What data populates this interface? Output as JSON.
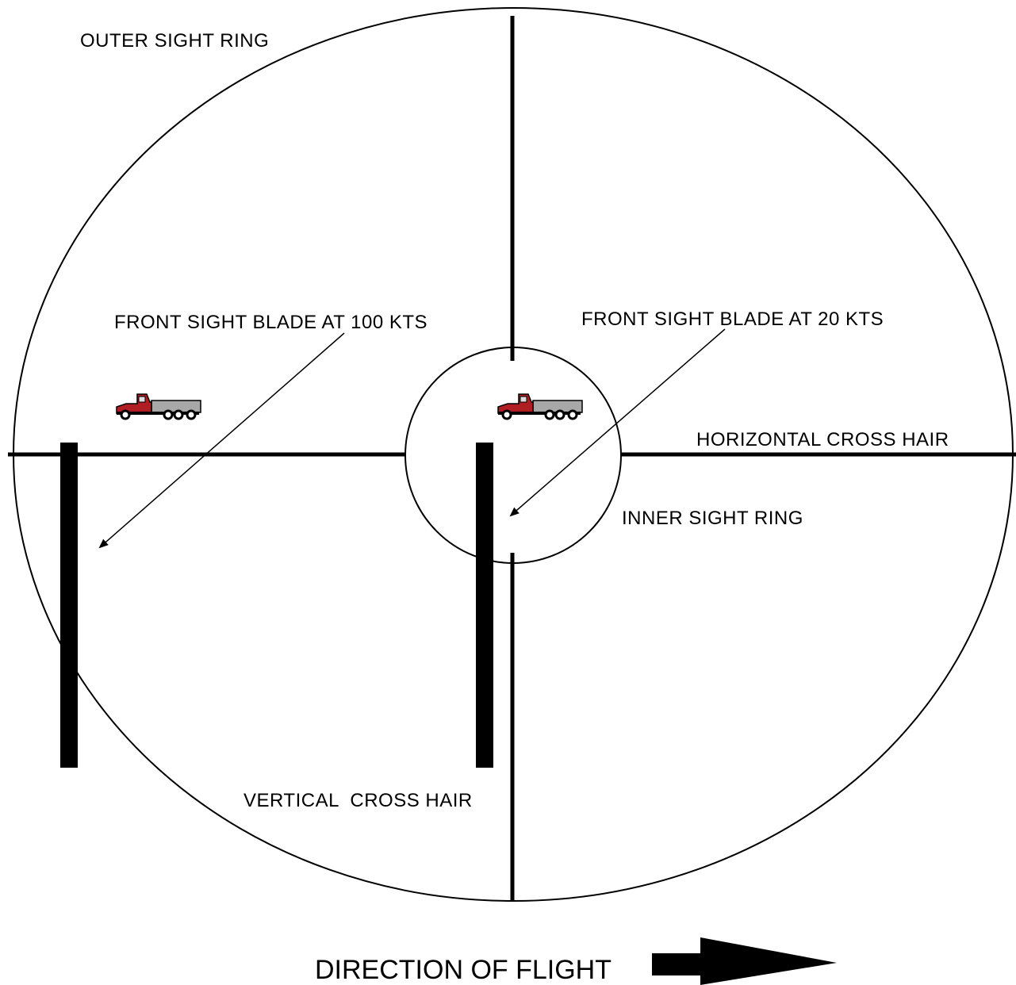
{
  "labels": {
    "outer_sight_ring": "OUTER SIGHT RING",
    "front_blade_100": "FRONT SIGHT BLADE AT 100 KTS",
    "front_blade_20": "FRONT SIGHT BLADE AT 20 KTS",
    "horizontal_cross_hair": "HORIZONTAL CROSS HAIR",
    "inner_sight_ring": "INNER SIGHT RING",
    "vertical_cross_hair": "VERTICAL  CROSS HAIR",
    "direction_of_flight": "DIRECTION OF FLIGHT"
  },
  "icons": {
    "truck_left": "truck-icon",
    "truck_center": "truck-icon",
    "direction_arrow": "right-arrow-icon"
  },
  "colors": {
    "line": "#000000",
    "truck_cab": "#b01e24",
    "truck_body": "#a8a8a8"
  }
}
